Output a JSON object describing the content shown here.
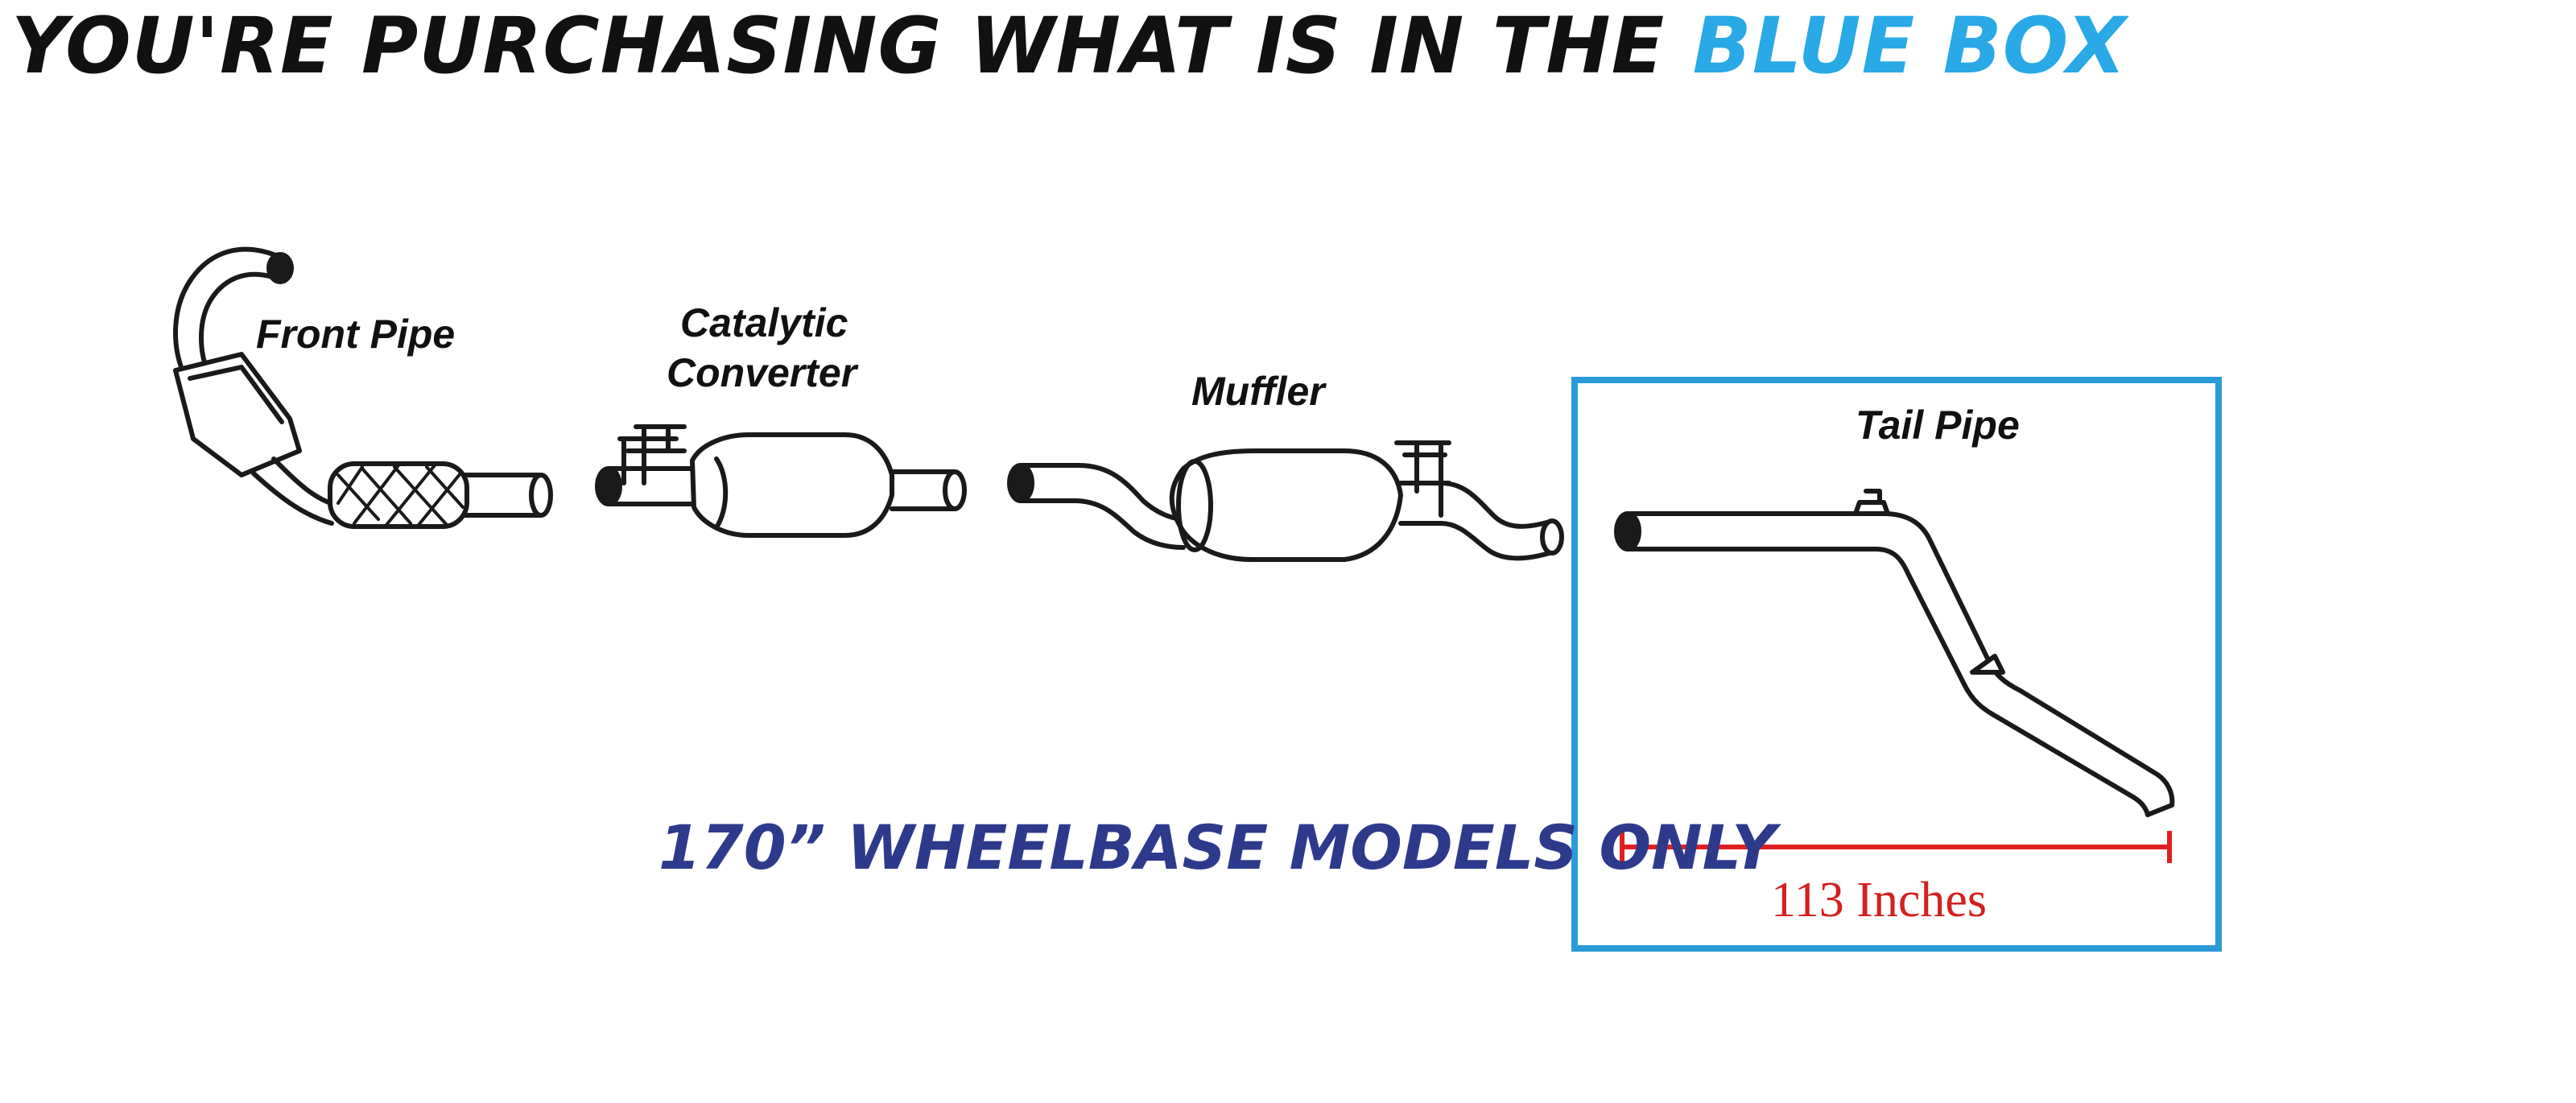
{
  "headline": {
    "black_part": "YOU'RE PURCHASING WHAT IS IN THE",
    "blue_part": "BLUE BOX"
  },
  "parts": {
    "front_pipe": "Front Pipe",
    "catalytic_line1": "Catalytic",
    "catalytic_line2": "Converter",
    "muffler": "Muffler",
    "tail_pipe": "Tail Pipe"
  },
  "note": "170” WHEELBASE MODELS ONLY",
  "measurement": "113 Inches",
  "colors": {
    "headline_text": "#111111",
    "headline_accent": "#29a9e6",
    "box_border": "#2a9bd8",
    "note_text": "#2d3a8c",
    "measure_line": "#e02020"
  }
}
